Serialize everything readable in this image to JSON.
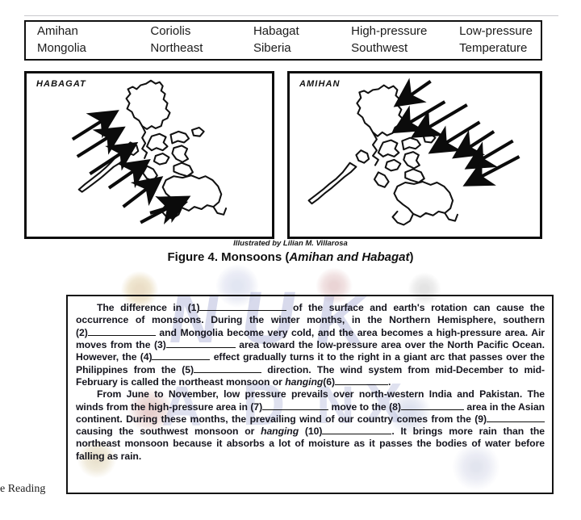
{
  "page": {
    "top_cut_text": "",
    "footer_cut_text": "e Reading"
  },
  "word_bank": {
    "columns": [
      {
        "words": [
          "Amihan",
          "Mongolia"
        ]
      },
      {
        "words": [
          "Coriolis",
          "Northeast"
        ]
      },
      {
        "words": [
          "Habagat",
          "Siberia"
        ]
      },
      {
        "words": [
          "High-pressure",
          "Southwest"
        ]
      },
      {
        "words": [
          "Low-pressure",
          "Temperature"
        ]
      }
    ]
  },
  "figure": {
    "left_map_label": "HABAGAT",
    "right_map_label": "AMIHAN",
    "illustrator_credit": "Illustrated by Lilian M. Villarosa",
    "caption_prefix": "Figure 4. Monsoons (",
    "caption_italic": "Amihan and Habagat",
    "caption_suffix": ")"
  },
  "cloze": {
    "p1": {
      "s1": "The difference in",
      "n1": "(1)",
      "s2": "of the surface and earth's rotation can cause the occurrence of monsoons. During the winter months, in the Northern Hemisphere, southern",
      "n2": "(2)",
      "s3": "and Mongolia become very cold, and the area becomes a high-pressure area. Air moves from the",
      "n3": "(3)",
      "s4": "area toward the low-pressure area over the North Pacific Ocean. However, the",
      "n4": "(4)",
      "s5": "effect gradually turns it to the right in a giant arc that passes over the Philippines from the",
      "n5": "(5)",
      "s6": "direction. The wind system from mid-December to mid-February is called the northeast monsoon or",
      "italic1": "hanging",
      "n6": "(6)",
      "s7": "."
    },
    "p2": {
      "s1": "From June to November, low pressure prevails over north-western India and Pakistan. The winds from the high-pressure area in",
      "n7": "(7)",
      "s2": "move to the",
      "n8": "(8)",
      "s3": "area in the Asian continent. During these months, the prevailing wind of our country comes from the",
      "n9": "(9)",
      "s4": "causing the southwest monsoon or",
      "italic1": "hanging",
      "n10": "(10)",
      "s5": ". It brings more rain than the northeast monsoon because it absorbs a lot of moisture as it passes the bodies of water before falling as rain."
    }
  },
  "colors": {
    "ink": "#15151e",
    "border": "#111111",
    "watermark_blue": "#8e95c8",
    "watermark_red": "#c8a0a0",
    "watermark_gold": "#cbbb86"
  }
}
